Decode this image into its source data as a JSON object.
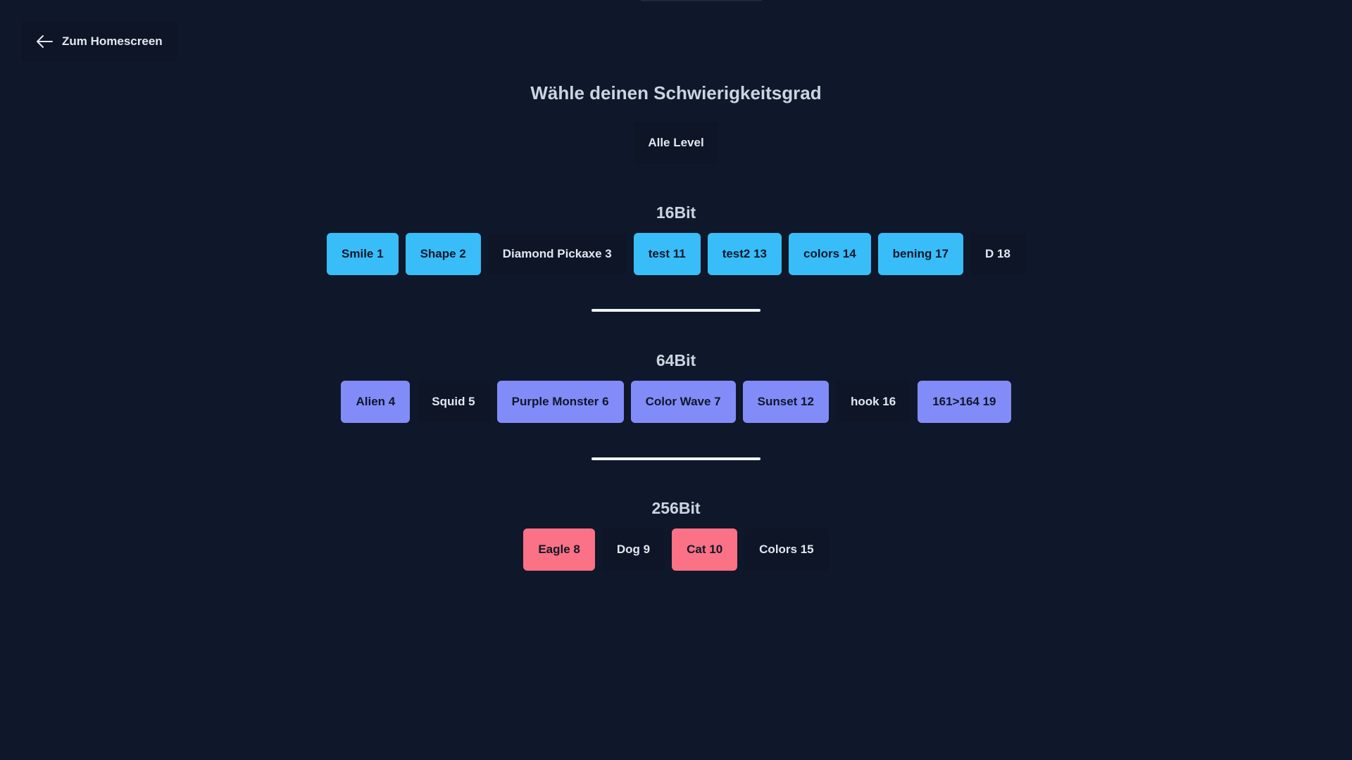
{
  "nav": {
    "back_label": "Zum Homescreen"
  },
  "title": "Wähle deinen Schwierigkeitsgrad",
  "all_levels_label": "Alle Level",
  "sections": [
    {
      "title": "16Bit",
      "levels": [
        {
          "label": "Smile 1",
          "state": "colored"
        },
        {
          "label": "Shape 2",
          "state": "colored"
        },
        {
          "label": "Diamond Pickaxe 3",
          "state": "dark"
        },
        {
          "label": "test 11",
          "state": "colored"
        },
        {
          "label": "test2 13",
          "state": "colored"
        },
        {
          "label": "colors 14",
          "state": "colored"
        },
        {
          "label": "bening 17",
          "state": "colored"
        },
        {
          "label": "D 18",
          "state": "dark"
        }
      ]
    },
    {
      "title": "64Bit",
      "levels": [
        {
          "label": "Alien 4",
          "state": "colored"
        },
        {
          "label": "Squid 5",
          "state": "dark"
        },
        {
          "label": "Purple Monster 6",
          "state": "colored"
        },
        {
          "label": "Color Wave 7",
          "state": "colored"
        },
        {
          "label": "Sunset 12",
          "state": "colored"
        },
        {
          "label": "hook 16",
          "state": "dark"
        },
        {
          "label": "161>164 19",
          "state": "colored"
        }
      ]
    },
    {
      "title": "256Bit",
      "levels": [
        {
          "label": "Eagle 8",
          "state": "colored"
        },
        {
          "label": "Dog 9",
          "state": "dark"
        },
        {
          "label": "Cat 10",
          "state": "colored"
        },
        {
          "label": "Colors 15",
          "state": "dark"
        }
      ]
    }
  ],
  "colors": {
    "background": "#0f172a",
    "dark_button": "#0d1526",
    "16bit_accent": "#38bdf8",
    "64bit_accent": "#818cf8",
    "256bit_accent": "#fb7185"
  }
}
